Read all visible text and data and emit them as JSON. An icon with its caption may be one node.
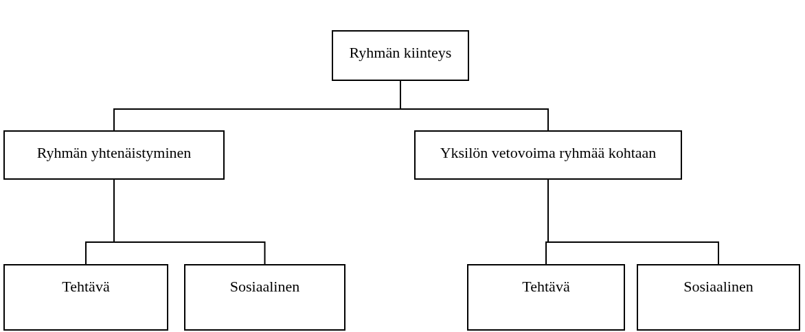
{
  "diagram": {
    "nodes": [
      {
        "text": [
          "Ryhmän kiinteys"
        ]
      },
      {
        "text": [
          "Ryhmän yhtenäistyminen"
        ]
      },
      {
        "text": [
          "Yksilön vetovoima ryhmää kohtaan"
        ]
      },
      {
        "text": [
          "Tehtävä"
        ]
      },
      {
        "text": [
          "Sosiaalinen"
        ]
      },
      {
        "text": [
          "Tehtävä"
        ]
      },
      {
        "text": [
          "Sosiaalinen"
        ]
      }
    ],
    "edges": [
      {
        "from": 0,
        "to": 1,
        "arrow": "none"
      },
      {
        "from": 0,
        "to": 2,
        "arrow": "none"
      },
      {
        "from": 1,
        "to": 3,
        "arrow": "none"
      },
      {
        "from": 1,
        "to": 4,
        "arrow": "none"
      },
      {
        "from": 2,
        "to": 5,
        "arrow": "none"
      },
      {
        "from": 2,
        "to": 6,
        "arrow": "none"
      }
    ]
  }
}
